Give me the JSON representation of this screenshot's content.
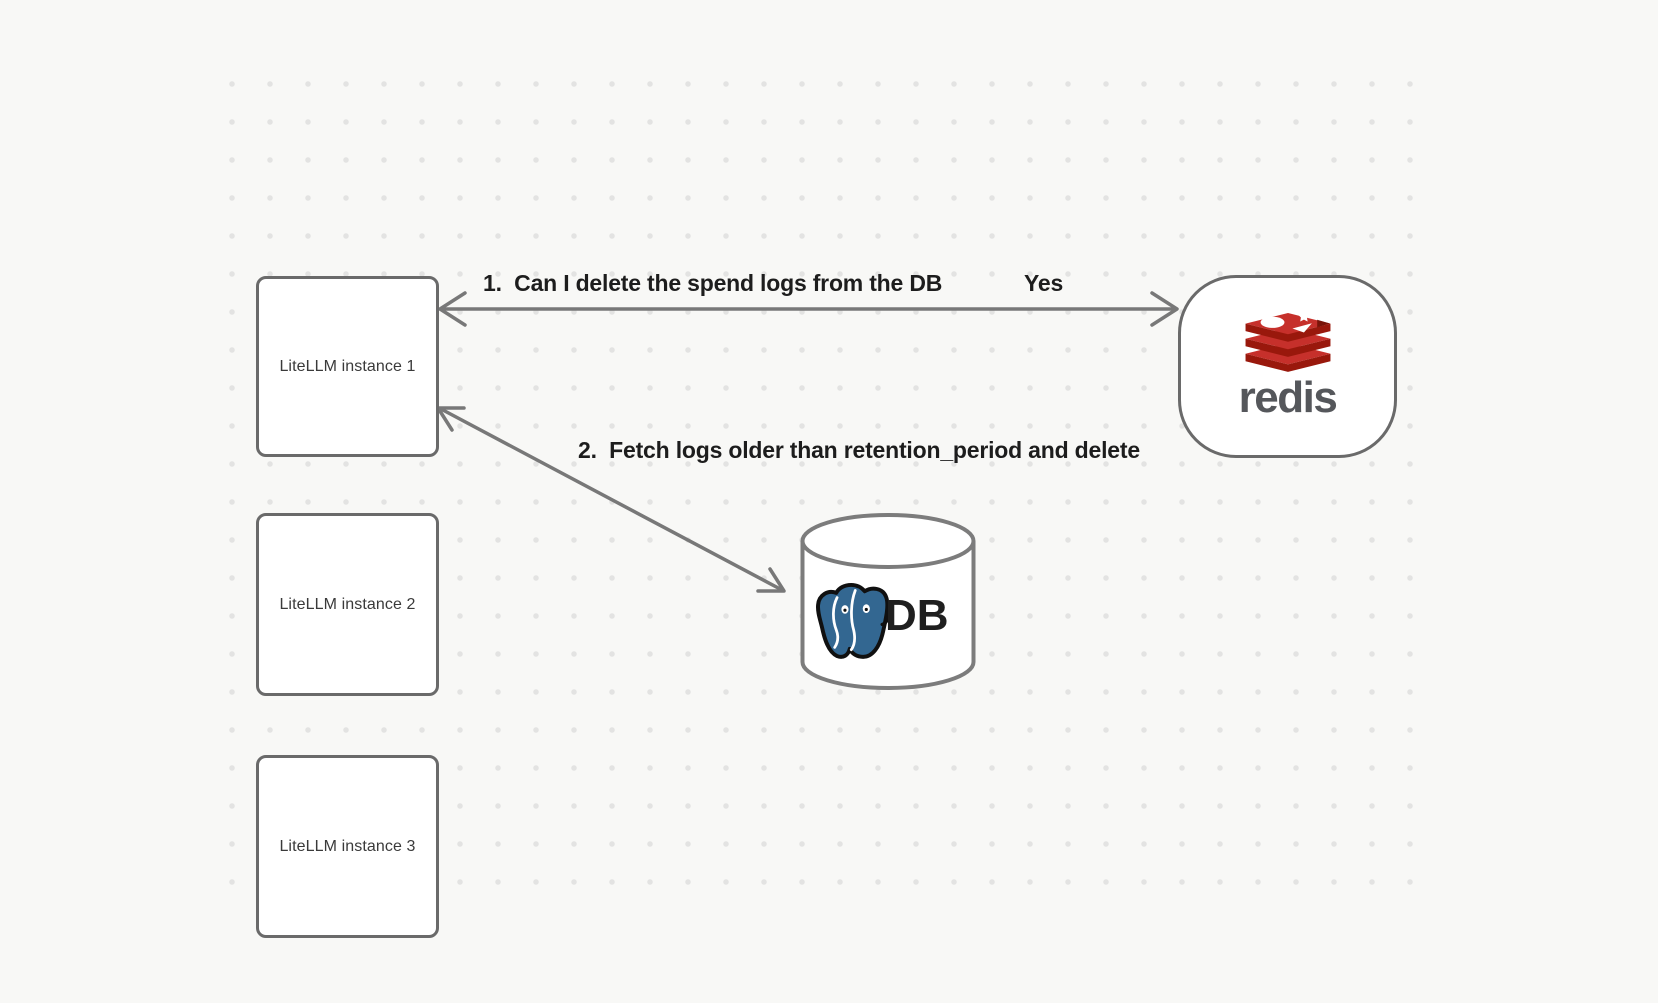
{
  "canvas": {
    "background_color": "#f8f8f6",
    "dot_color": "#e3e3e2",
    "shape_stroke_color": "#6a6a6a",
    "arrow_color": "#787878",
    "label_text_color": "#1d1d1d"
  },
  "nodes": {
    "litellm_instances": [
      {
        "label": "LiteLLM instance 1"
      },
      {
        "label": "LiteLLM instance 2"
      },
      {
        "label": "LiteLLM instance 3"
      }
    ],
    "redis": {
      "wordmark": "redis",
      "logo_icon": "redis-logo",
      "logo_red": "#c6302b",
      "logo_dark_red": "#99180c",
      "wordmark_color": "#55575b"
    },
    "database": {
      "label": "DB",
      "logo_icon": "postgresql-elephant",
      "logo_blue": "#336791"
    }
  },
  "edges": {
    "e1": {
      "label": "1.  Can I delete the spend logs from the DB",
      "response": "Yes",
      "from": "LiteLLM instance 1",
      "to": "redis",
      "direction": "bidirectional"
    },
    "e2": {
      "label": "2.  Fetch logs older than retention_period and delete",
      "from": "LiteLLM instance 1",
      "to": "DB",
      "direction": "bidirectional"
    }
  }
}
